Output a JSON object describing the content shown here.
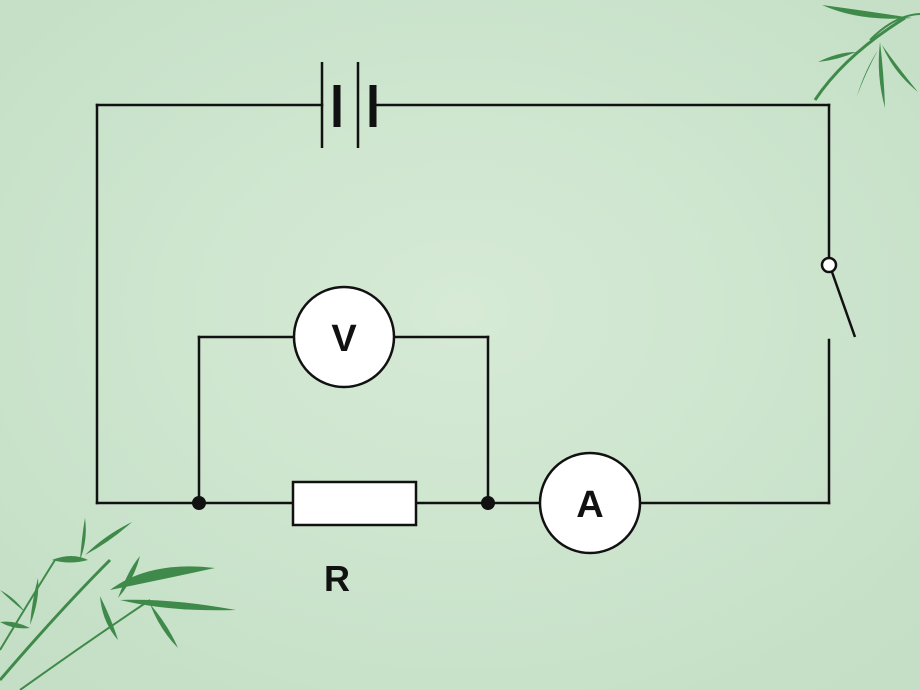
{
  "diagram": {
    "voltmeter_label": "V",
    "ammeter_label": "A",
    "resistor_label": "R"
  },
  "colors": {
    "background": "#cfe6cf",
    "wire": "#111111",
    "meter_fill": "#ffffff",
    "leaf": "#3f8a4a"
  },
  "icons": [
    "battery-symbol",
    "switch-symbol",
    "voltmeter-symbol",
    "ammeter-symbol",
    "resistor-symbol",
    "bamboo-leaves-decoration"
  ]
}
